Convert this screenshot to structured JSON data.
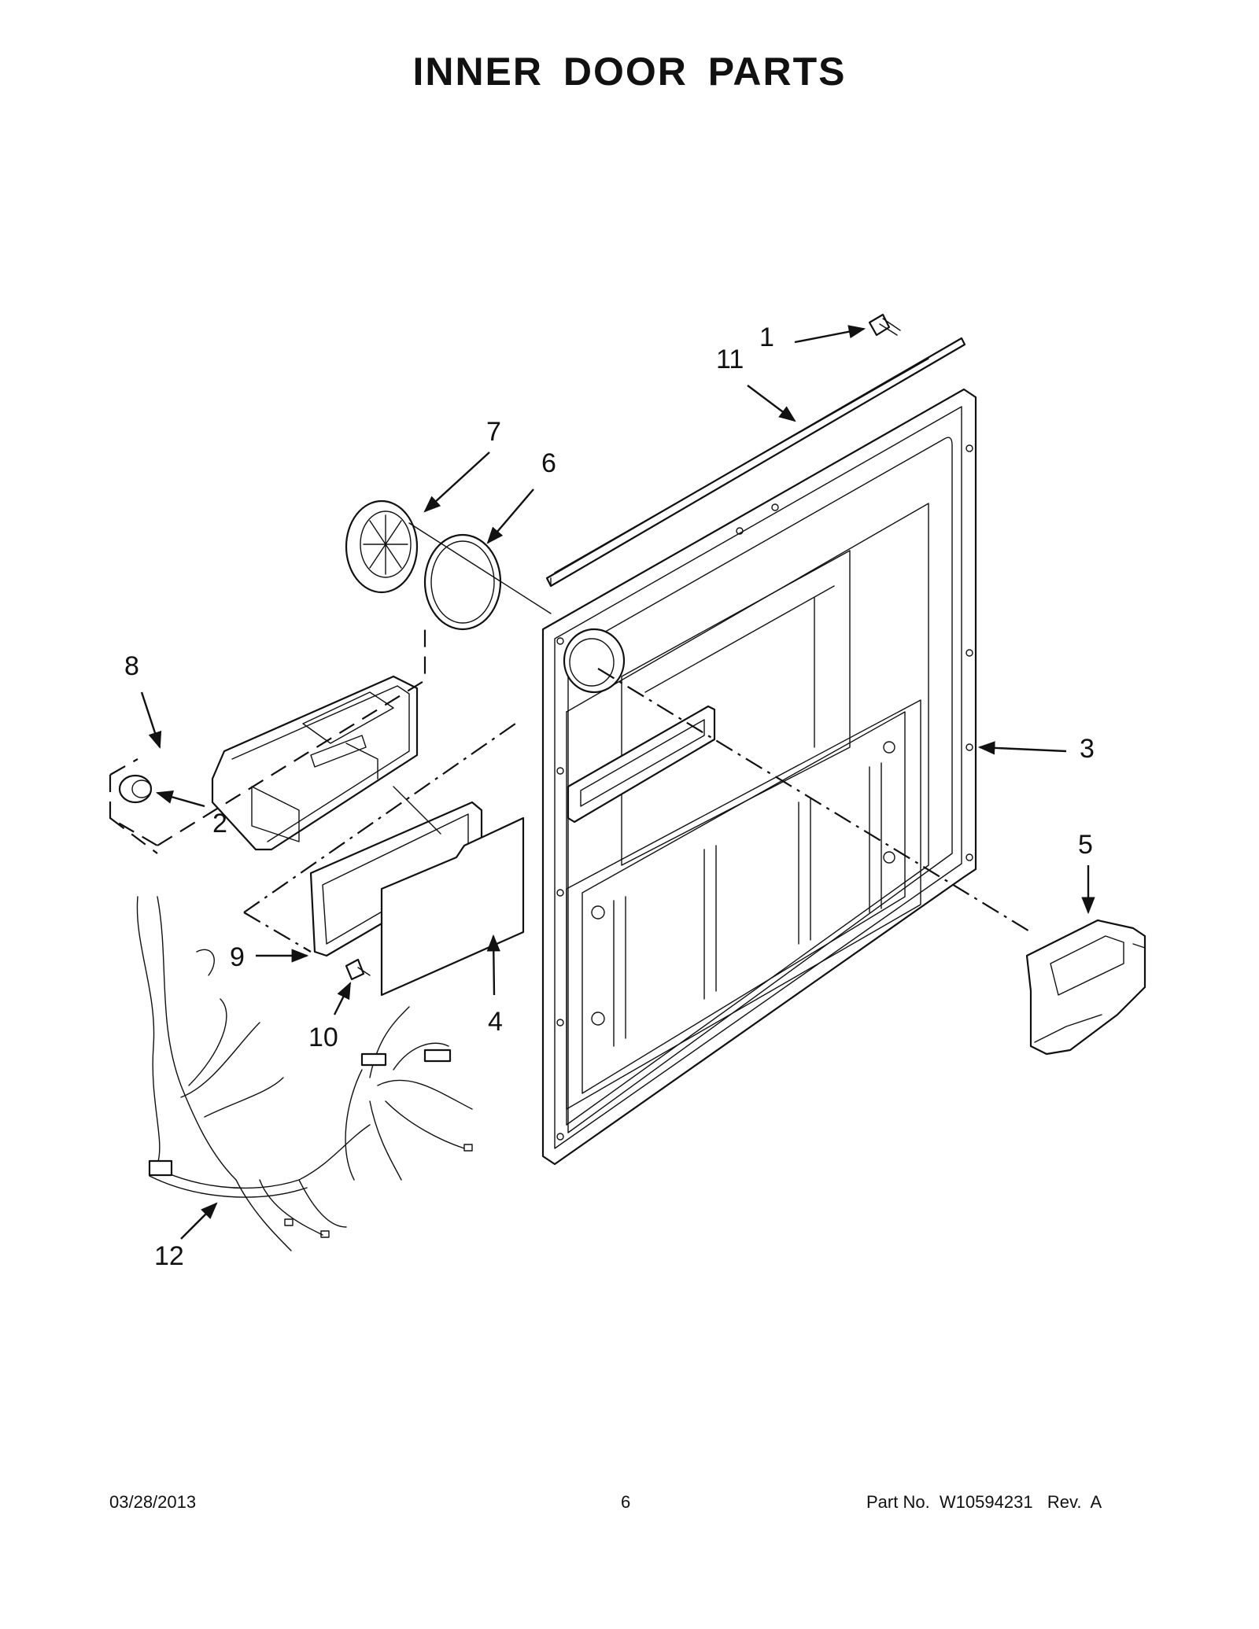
{
  "page": {
    "title": "INNER DOOR PARTS",
    "footer": {
      "date": "03/28/2013",
      "page_number": "6",
      "part_no": "Part No.  W10594231   Rev.  A"
    }
  },
  "callouts": [
    "1",
    "2",
    "3",
    "4",
    "5",
    "6",
    "7",
    "8",
    "9",
    "10",
    "11",
    "12"
  ]
}
